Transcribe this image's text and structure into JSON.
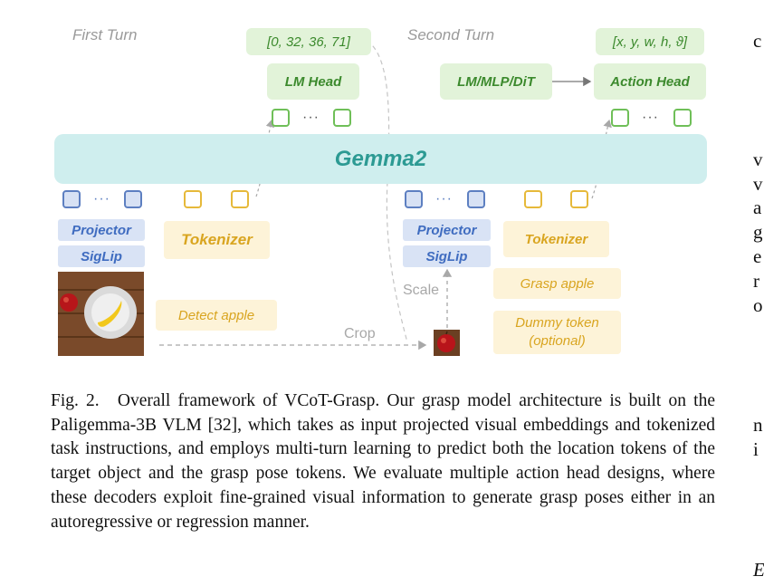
{
  "diagram": {
    "first_turn_label": "First Turn",
    "second_turn_label": "Second Turn",
    "location_tokens": "[0, 32, 36, 71]",
    "grasp_tokens": "[x, y, w, h, ϑ]",
    "lm_head": "LM Head",
    "decoder_options": "LM/MLP/DiT",
    "action_head": "Action Head",
    "backbone": "Gemma2",
    "projector": "Projector",
    "siglip": "SigLip",
    "tokenizer": "Tokenizer",
    "instruction_first": "Detect apple",
    "instruction_second": "Grasp apple",
    "dummy_token": "Dummy token (optional)",
    "crop_label": "Crop",
    "scale_label": "Scale",
    "ellipsis": "···",
    "colors": {
      "green": "#3c8a2d",
      "blue": "#3f6cc0",
      "yellow": "#d9a520",
      "teal": "#2c9a93"
    }
  },
  "caption": {
    "label": "Fig. 2.",
    "text": "Overall framework of VCoT-Grasp. Our grasp model architecture is built on the Paligemma-3B VLM [32], which takes as input projected visual embeddings and tokenized task instructions, and employs multi-turn learning to predict both the location tokens of the target object and the grasp pose tokens. We evaluate multiple action head designs, where these decoders exploit fine-grained visual information to generate grasp poses either in an autoregressive or regression manner."
  },
  "side_column_letters": [
    "c",
    "v",
    "v",
    "a",
    "g",
    "e",
    "r",
    "o",
    "n",
    "i",
    "E"
  ]
}
